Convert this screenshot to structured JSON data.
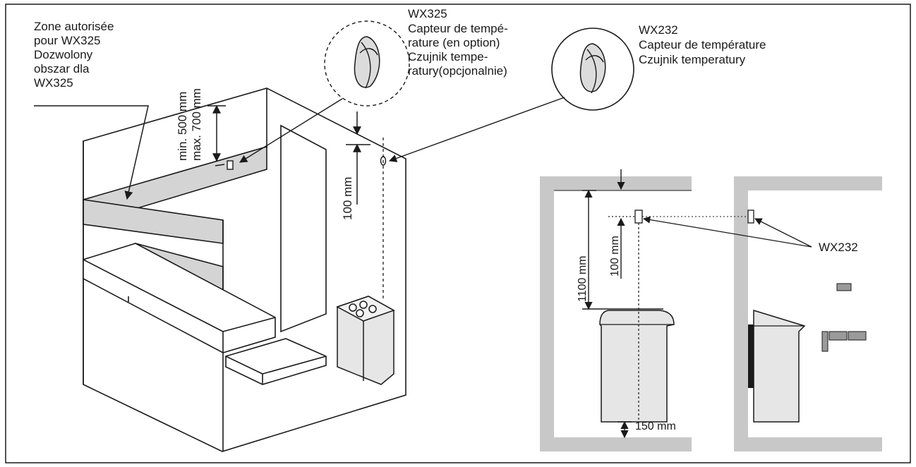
{
  "zone_label": [
    "Zone autorisée",
    "pour  WX325",
    "Dozwolony",
    "obszar dla",
    "WX325"
  ],
  "range_label": [
    "min. 500 mm",
    "max. 700 mm"
  ],
  "wx325_label": [
    "WX325",
    "Capteur de tempé-",
    "rature (en option)",
    "Czujnik tempe-",
    "ratury(opcjonalnie)"
  ],
  "wx232_label": [
    "WX232",
    "Capteur de température",
    "Czujnik temperatury"
  ],
  "dim_100_main": "100 mm",
  "dim_1100": "1100 mm",
  "dim_100_right": "100 mm",
  "dim_150": "150 mm",
  "wx232_callout": "WX232",
  "colors": {
    "ink": "#1a1a1a",
    "band": "#d4d4d4",
    "wall": "#c8c8c8",
    "heater": "#e6e6e6"
  }
}
